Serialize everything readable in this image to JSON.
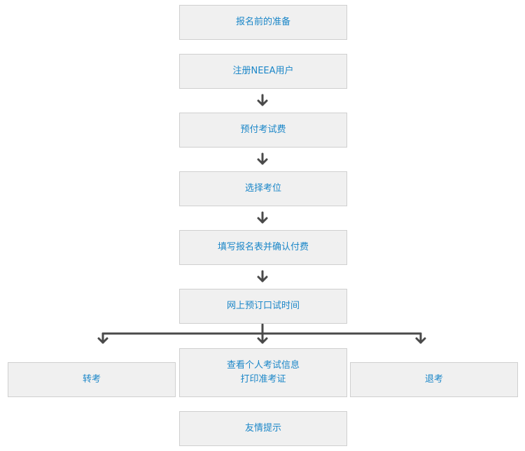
{
  "flow": {
    "steps": [
      {
        "label": "报名前的准备"
      },
      {
        "label": "注册NEEA用户"
      },
      {
        "label": "预付考试费"
      },
      {
        "label": "选择考位"
      },
      {
        "label": "填写报名表并确认付费"
      },
      {
        "label": "网上预订口试时间"
      }
    ],
    "branches": {
      "left": {
        "label": "转考"
      },
      "center": {
        "line1": "查看个人考试信息",
        "line2": "打印准考证"
      },
      "right": {
        "label": "退考"
      }
    },
    "footer": {
      "label": "友情提示"
    }
  },
  "colors": {
    "box_fill": "#f0f0f0",
    "box_border": "#cfcfcf",
    "text": "#1a86c8",
    "arrow": "#4a4a4a"
  }
}
